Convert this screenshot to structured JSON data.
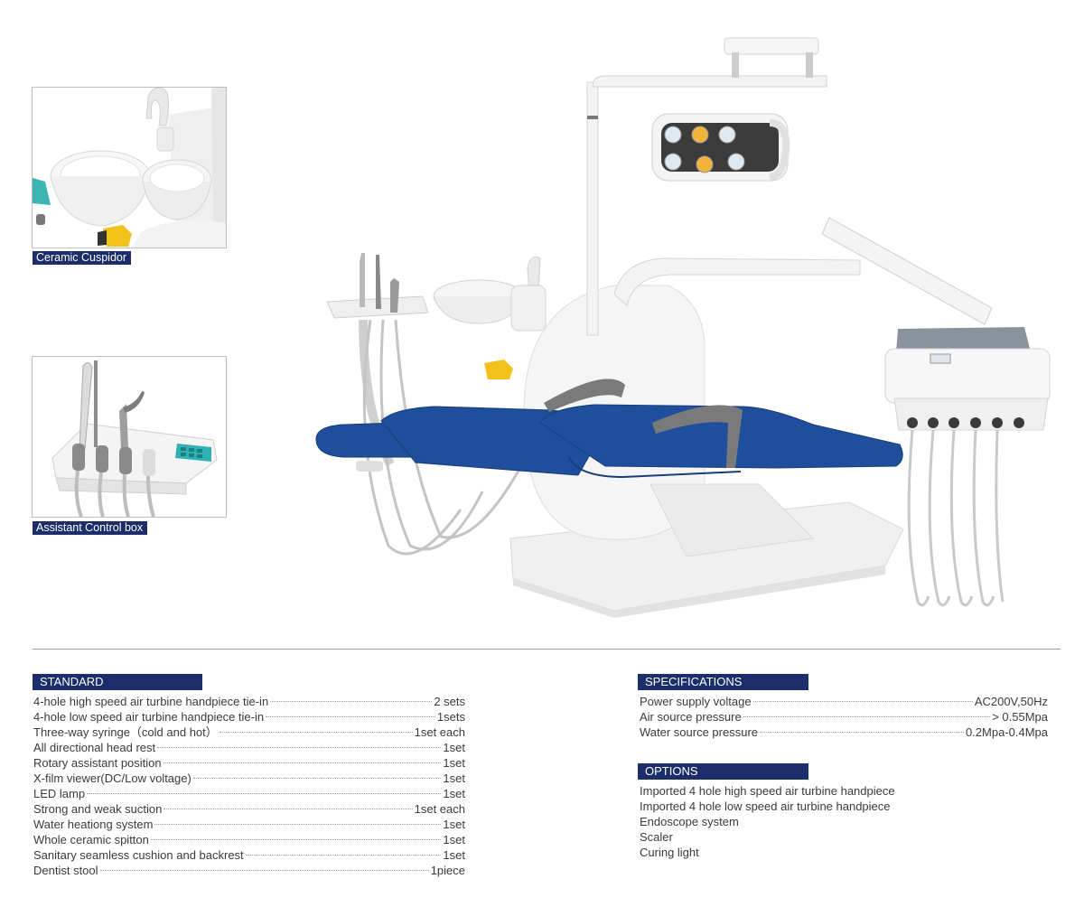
{
  "insets": [
    {
      "caption": "Ceramic Cuspidor"
    },
    {
      "caption": "Assistant Control box"
    }
  ],
  "standard_configuration": {
    "title": "STANDARD CONFIGURATION",
    "items": [
      {
        "label": "4-hole high speed air turbine handpiece tie-in",
        "value": "2 sets"
      },
      {
        "label": "4-hole low speed air turbine handpiece tie-in",
        "value": "1sets"
      },
      {
        "label": "Three-way syringe（cold and hot）",
        "value": "1set each"
      },
      {
        "label": "All directional head rest",
        "value": "1set"
      },
      {
        "label": "Rotary assistant position",
        "value": "1set"
      },
      {
        "label": "X-film viewer(DC/Low voltage)",
        "value": "1set"
      },
      {
        "label": "LED lamp",
        "value": "1set"
      },
      {
        "label": "Strong and weak suction",
        "value": "1set each"
      },
      {
        "label": "Water heationg system",
        "value": "1set"
      },
      {
        "label": "Whole ceramic spitton",
        "value": "1set"
      },
      {
        "label": "Sanitary seamless cushion and backrest",
        "value": "1set"
      },
      {
        "label": "Dentist stool",
        "value": "1piece"
      }
    ]
  },
  "specifications": {
    "title": "SPECIFICATIONS",
    "items": [
      {
        "label": "Power supply voltage",
        "value": "AC200V,50Hz"
      },
      {
        "label": "Air source pressure",
        "value": "> 0.55Mpa"
      },
      {
        "label": "Water source pressure",
        "value": "0.2Mpa-0.4Mpa"
      }
    ]
  },
  "options": {
    "title": "OPTIONS",
    "items": [
      "Imported 4 hole high speed air turbine handpiece",
      "Imported 4 hole low speed air turbine handpiece",
      "Endoscope system",
      "Scaler",
      "Curing light"
    ]
  },
  "colors": {
    "navy": "#1b2e6b",
    "upholstery": "#1f4f9c",
    "frame": "#f2f2f2"
  }
}
